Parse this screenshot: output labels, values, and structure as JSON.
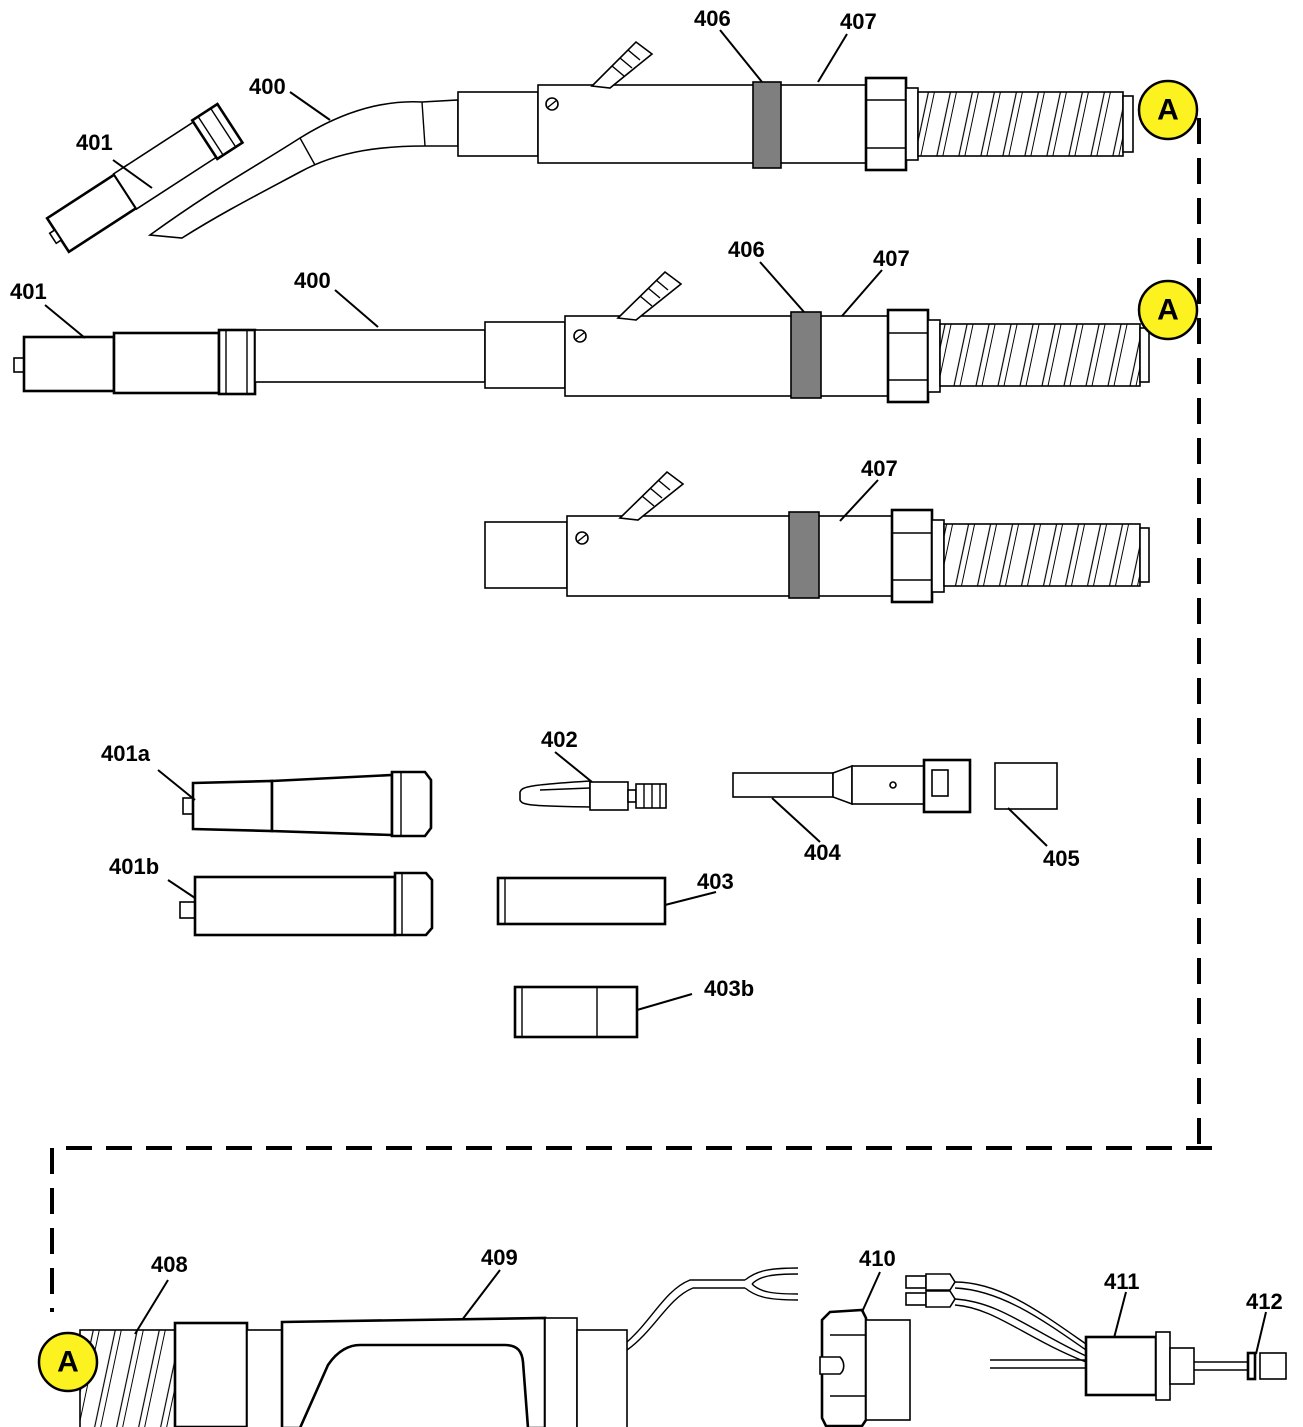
{
  "colors": {
    "marker_fill": "#fbf21f",
    "band_gray": "#7f7f7f",
    "line": "#000000",
    "background": "#ffffff"
  },
  "connector_marker": "A",
  "assembly_1": {
    "labels": {
      "c400": "400",
      "c401": "401",
      "c406": "406",
      "c407": "407"
    }
  },
  "assembly_2": {
    "labels": {
      "c400": "400",
      "c401": "401",
      "c406": "406",
      "c407": "407"
    }
  },
  "assembly_3": {
    "labels": {
      "c407": "407"
    }
  },
  "parts": {
    "p401a": "401a",
    "p401b": "401b",
    "p402": "402",
    "p403": "403",
    "p403b": "403b",
    "p404": "404",
    "p405": "405"
  },
  "bottom": {
    "p408": "408",
    "p409": "409",
    "p410": "410",
    "p411": "411",
    "p412": "412"
  }
}
